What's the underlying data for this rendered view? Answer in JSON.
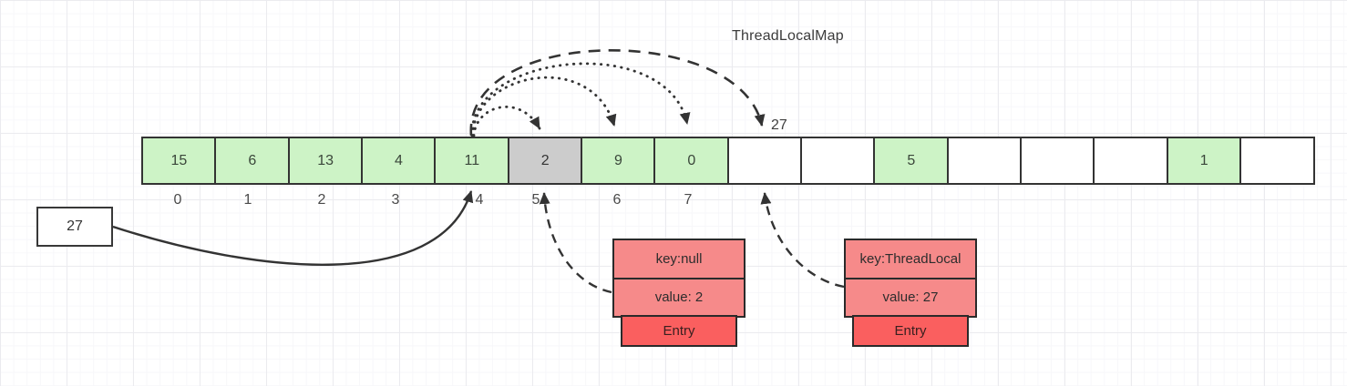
{
  "title": "ThreadLocalMap",
  "array": {
    "cells": [
      {
        "value": "15",
        "state": "occupied"
      },
      {
        "value": "6",
        "state": "occupied"
      },
      {
        "value": "13",
        "state": "occupied"
      },
      {
        "value": "4",
        "state": "occupied"
      },
      {
        "value": "11",
        "state": "occupied"
      },
      {
        "value": "2",
        "state": "stale"
      },
      {
        "value": "9",
        "state": "occupied"
      },
      {
        "value": "0",
        "state": "occupied"
      },
      {
        "value": "",
        "state": "empty"
      },
      {
        "value": "",
        "state": "empty"
      },
      {
        "value": "5",
        "state": "occupied"
      },
      {
        "value": "",
        "state": "empty"
      },
      {
        "value": "",
        "state": "empty"
      },
      {
        "value": "",
        "state": "empty"
      },
      {
        "value": "1",
        "state": "occupied"
      },
      {
        "value": "",
        "state": "empty"
      }
    ],
    "index_labels": [
      "0",
      "1",
      "2",
      "3",
      "4",
      "5",
      "6",
      "7"
    ],
    "probe_result_label": "27"
  },
  "value_box": {
    "label": "27"
  },
  "entries": [
    {
      "key": "key:null",
      "value": "value: 2",
      "tag": "Entry"
    },
    {
      "key": "key:ThreadLocal",
      "value": "value: 27",
      "tag": "Entry"
    }
  ],
  "colors": {
    "slot_occupied": "#cdf3c6",
    "slot_stale": "#cccccc",
    "slot_empty": "#ffffff",
    "entry_pink": "#f68a8a",
    "entry_red": "#fa5f5f",
    "stroke": "#333333"
  }
}
